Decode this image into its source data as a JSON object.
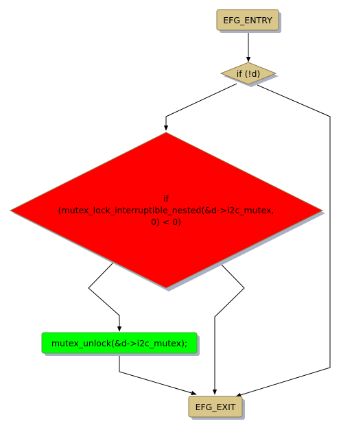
{
  "nodes": {
    "entry": {
      "label": "EFG_ENTRY",
      "fill": "#d8c68a"
    },
    "cond_d": {
      "label": "if (!d)",
      "fill": "#d8c68a"
    },
    "cond_mutex": {
      "label_lines": [
        "if",
        "(mutex_lock_interruptible_nested(&d->i2c_mutex,",
        "0) < 0)"
      ],
      "fill": "#ff0000"
    },
    "unlock": {
      "label": "mutex_unlock(&d->i2c_mutex);",
      "fill": "#00ff00"
    },
    "exit": {
      "label": "EFG_EXIT",
      "fill": "#d8c68a"
    }
  },
  "colors": {
    "shadow": "#a9b0c3",
    "edge": "#000000",
    "border": "#8a7a4a"
  }
}
